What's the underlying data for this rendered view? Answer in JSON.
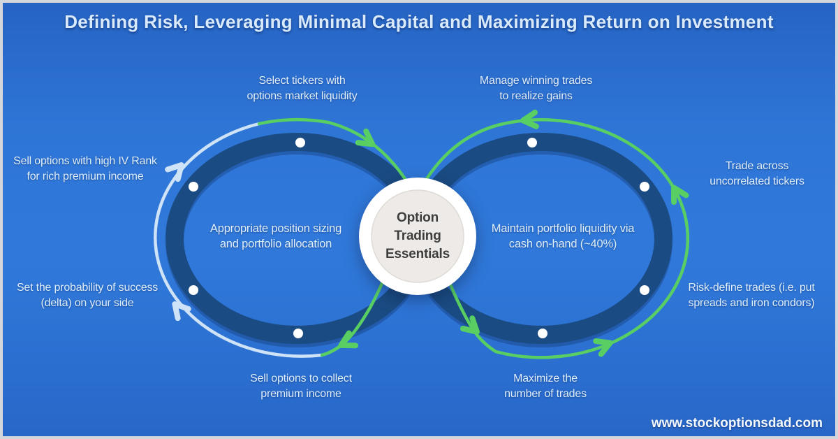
{
  "title": "Defining Risk, Leveraging Minimal Capital and Maximizing Return on Investment",
  "watermark": "www.stockoptionsdad.com",
  "center": {
    "line1": "Option",
    "line2": "Trading",
    "line3": "Essentials"
  },
  "loops": {
    "left_core": {
      "line1": "Appropriate position sizing",
      "line2": "and portfolio allocation"
    },
    "right_core": {
      "line1": "Maintain portfolio liquidity via",
      "line2": "cash on-hand (~40%)"
    }
  },
  "labels": {
    "select_tickers": {
      "line1": "Select tickers with",
      "line2": "options market liquidity"
    },
    "manage_winning": {
      "line1": "Manage winning trades",
      "line2": "to realize gains"
    },
    "sell_high_iv": {
      "line1": "Sell options with high IV Rank",
      "line2": "for rich premium income"
    },
    "set_probability": {
      "line1": "Set the probability of success",
      "line2": "(delta) on your side"
    },
    "sell_collect": {
      "line1": "Sell options to collect",
      "line2": "premium income"
    },
    "maximize_trades": {
      "line1": "Maximize the",
      "line2": "number of trades"
    },
    "trade_uncorrelated": {
      "line1": "Trade across",
      "line2": "uncorrelated tickers"
    },
    "risk_define": {
      "line1": "Risk-define trades (i.e. put",
      "line2": "spreads and iron condors)"
    }
  },
  "colors": {
    "background_blue": "#2e75d6",
    "ring_navy": "#1a4b82",
    "flow_green": "#59cf63",
    "flow_pale_blue": "#cfe3f8",
    "center_circle_fill": "#edeae7",
    "center_text": "#3d3d3d",
    "label_text": "#dfeefb"
  }
}
